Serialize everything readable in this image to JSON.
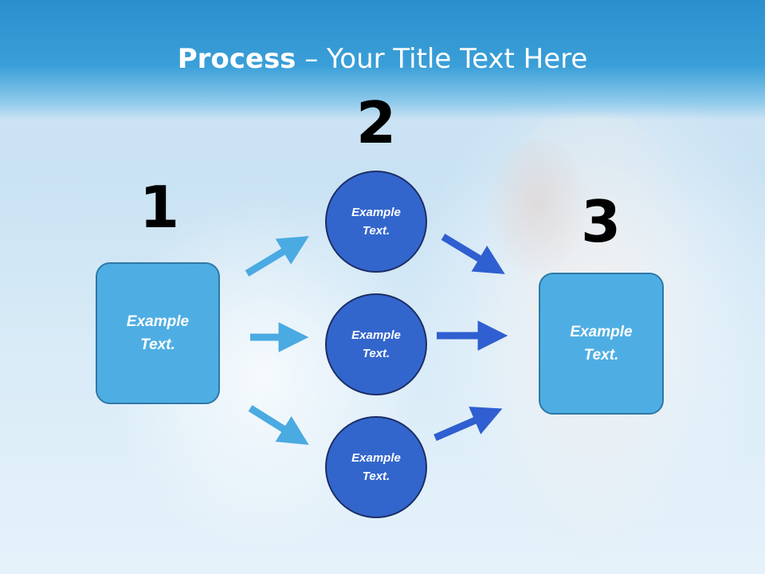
{
  "title": {
    "bold": "Process",
    "rest": " – Your Title Text Here"
  },
  "steps": {
    "one": "1",
    "two": "2",
    "three": "3"
  },
  "left_box": {
    "text": "Example\nText."
  },
  "circles": [
    {
      "text": "Example\nText."
    },
    {
      "text": "Example\nText."
    },
    {
      "text": "Example\nText."
    }
  ],
  "right_box": {
    "text": "Example\nText."
  },
  "colors": {
    "title_band": "#2a8fcc",
    "box_fill": "#4eaee3",
    "circle_fill": "#3366cc",
    "light_arrow": "#4aaae2",
    "dark_arrow": "#2f5fd0"
  }
}
